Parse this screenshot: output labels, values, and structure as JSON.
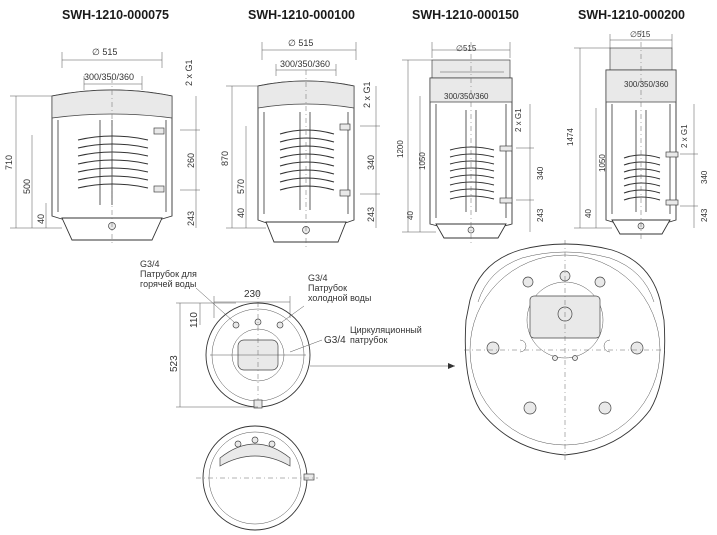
{
  "models": [
    {
      "title": "SWH-1210-000075",
      "diameter": "∅ 515",
      "width": "300/350/360",
      "conn": "2 x G1",
      "h_total": "710",
      "h_mid": "500",
      "h_low": "40",
      "coil": "260",
      "base": "243"
    },
    {
      "title": "SWH-1210-000100",
      "diameter": "∅ 515",
      "width": "300/350/360",
      "conn": "2 x G1",
      "h_total": "870",
      "h_mid": "570",
      "h_low": "40",
      "coil": "340",
      "base": "243"
    },
    {
      "title": "SWH-1210-000150",
      "diameter": "∅515",
      "width": "300/350/360",
      "conn": "2 x G1",
      "h_total": "1200",
      "h_mid": "1050",
      "h_low": "40",
      "coil": "340",
      "base": "243"
    },
    {
      "title": "SWH-1210-000200",
      "diameter": "∅515",
      "width": "300/350/360",
      "conn": "2 x G1",
      "h_total": "1474",
      "h_mid": "1050",
      "h_low": "40",
      "coil": "340",
      "base": "243"
    }
  ],
  "top_view": {
    "g34_hot": "G3/4",
    "hot_pipe": "Патрубок для",
    "hot_pipe2": "горячей воды",
    "g34_cold": "G3/4",
    "cold_pipe": "Патрубок",
    "cold_pipe2": "холодной воды",
    "dim_230": "230",
    "dim_110": "110",
    "dim_523": "523",
    "g34_circ": "G3/4",
    "circ_pipe": "Циркуляционный",
    "circ_pipe2": "патрубок"
  }
}
